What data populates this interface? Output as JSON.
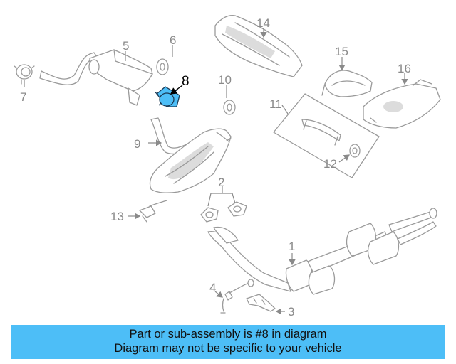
{
  "diagram": {
    "callouts": [
      "1",
      "2",
      "3",
      "4",
      "5",
      "6",
      "7",
      "8",
      "9",
      "10",
      "11",
      "12",
      "13",
      "14",
      "15",
      "16"
    ],
    "highlighted": "8",
    "highlight_color": "#4dbef7"
  },
  "banner": {
    "line1": "Part or sub-assembly is #8 in diagram",
    "line2": "Diagram may not be specific to your vehicle",
    "background": "#4dbef7"
  }
}
